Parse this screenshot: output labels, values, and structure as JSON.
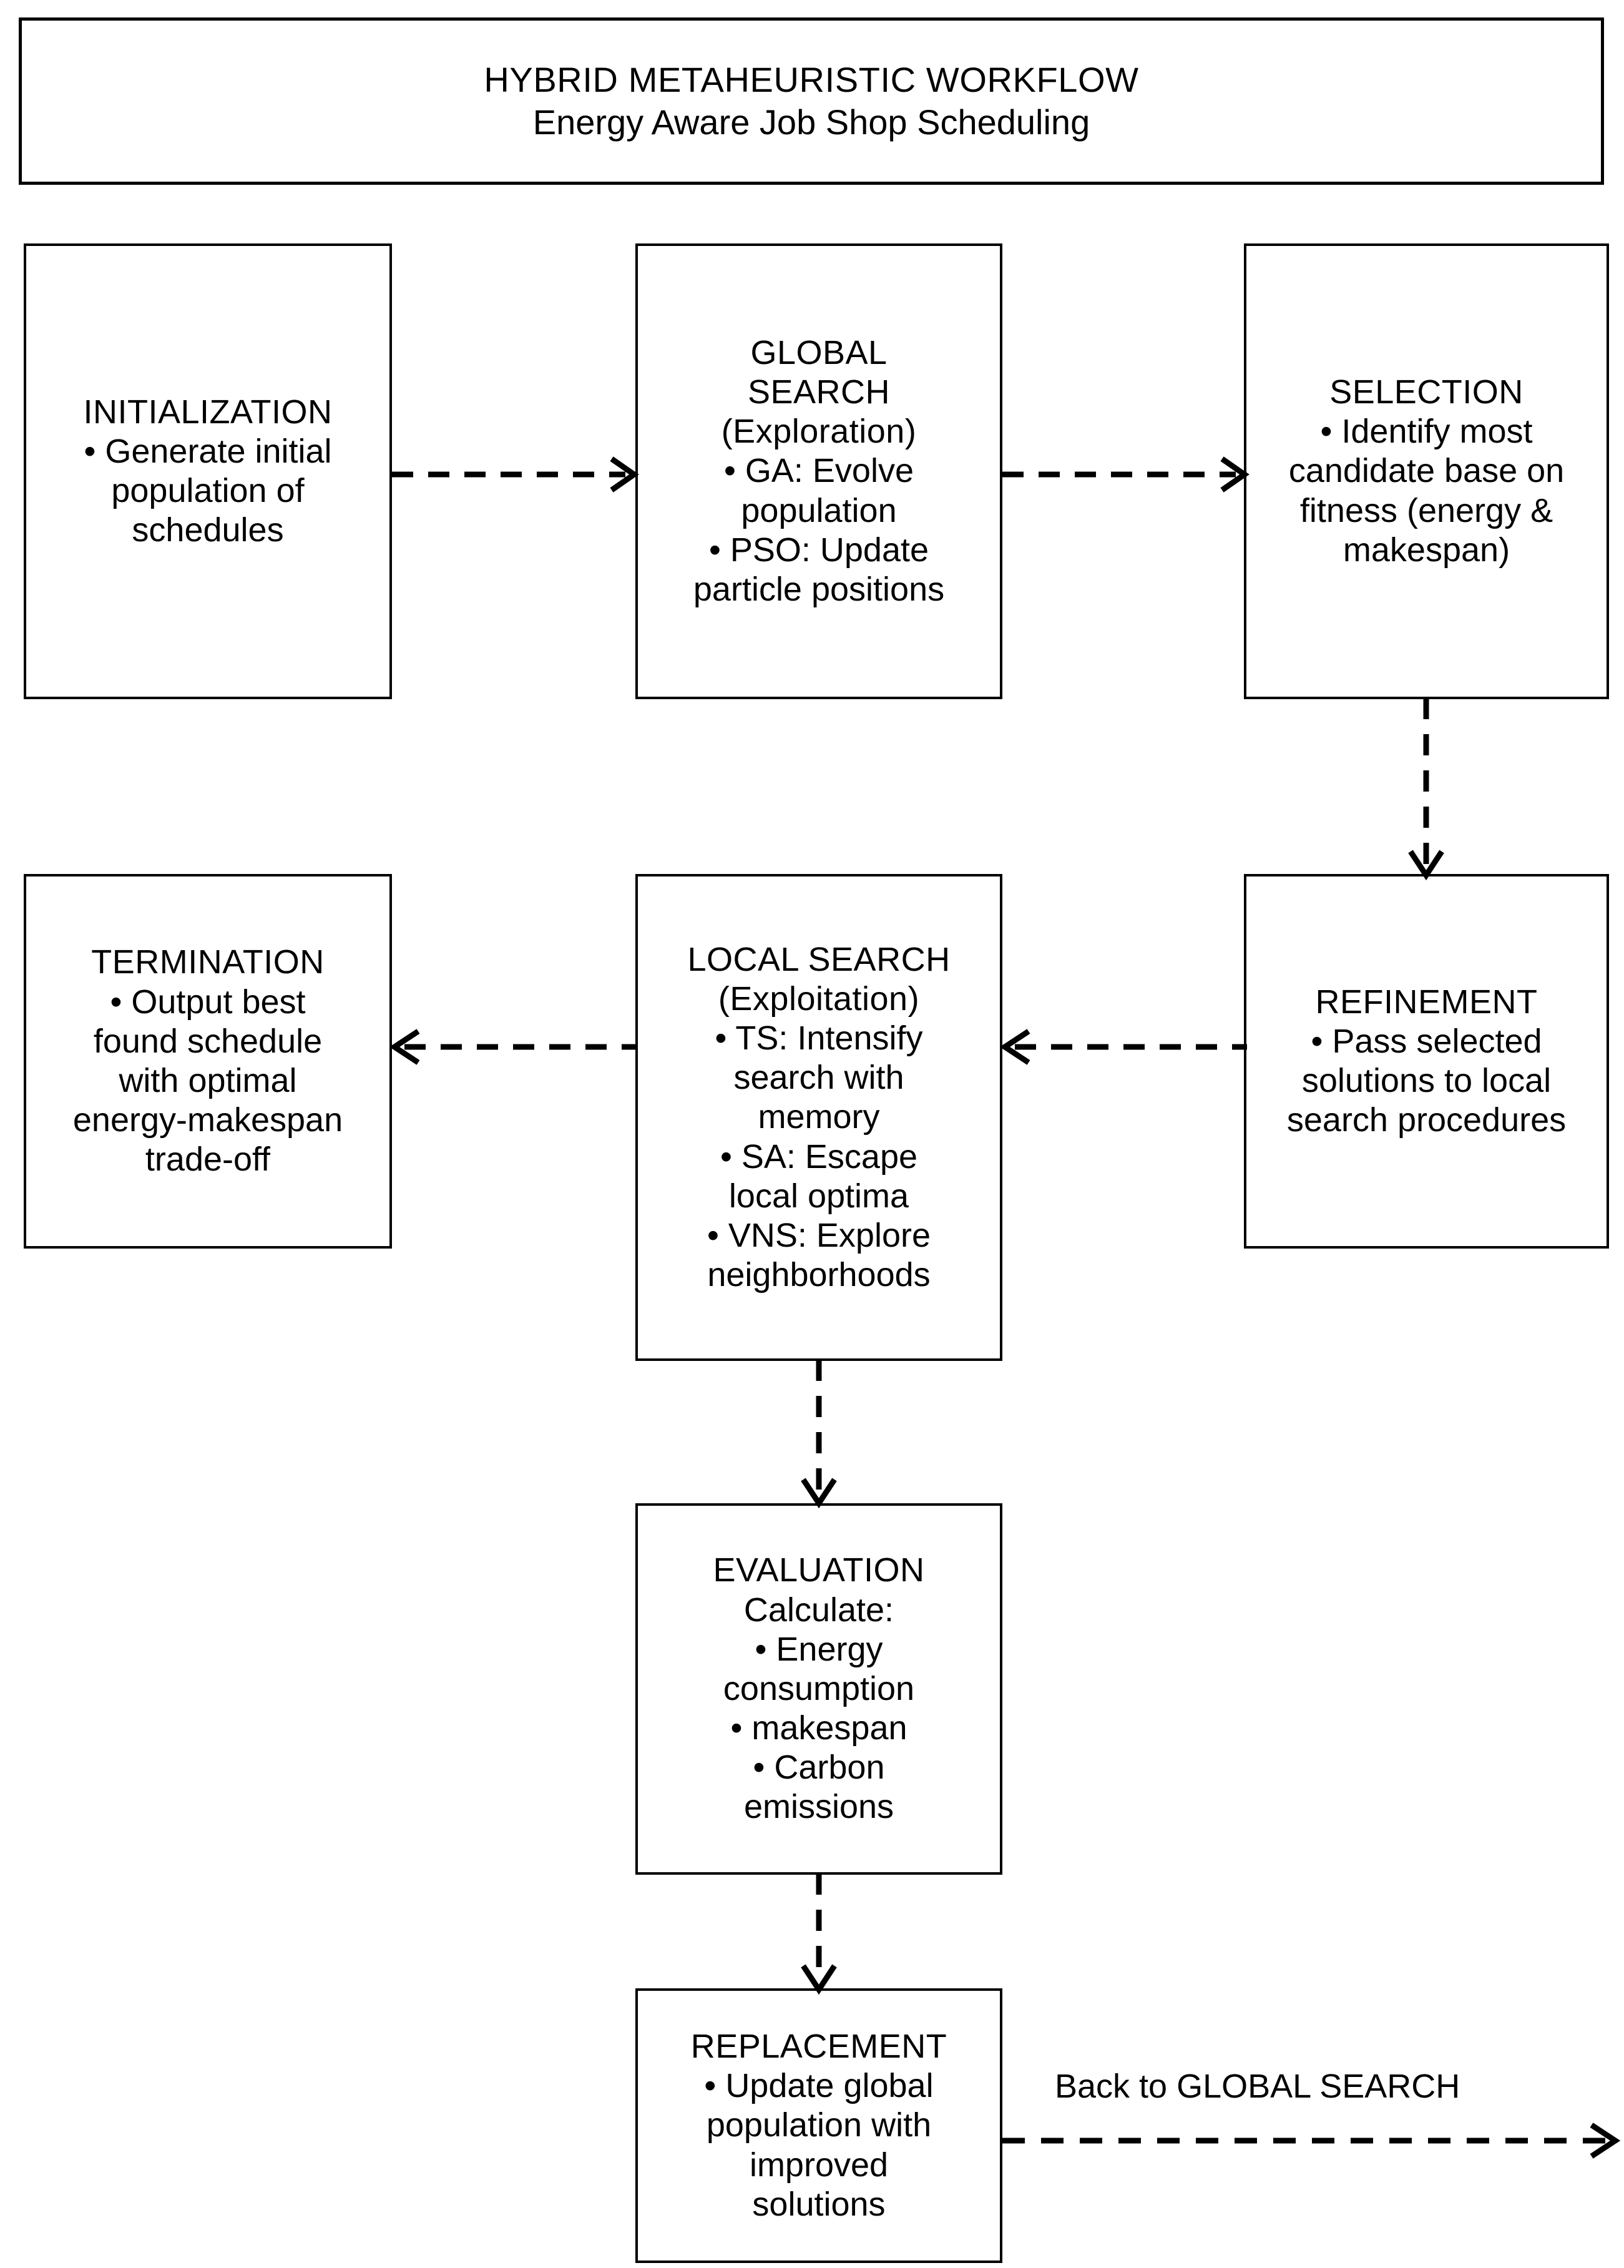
{
  "title_banner": {
    "line1": "HYBRID METAHEURISTIC WORKFLOW",
    "line2": "Energy Aware Job Shop Scheduling"
  },
  "nodes": [
    {
      "id": "initialization",
      "title": "INITIALIZATION",
      "body": "• Generate initial\npopulation of\nschedules"
    },
    {
      "id": "global-search",
      "title": "GLOBAL\nSEARCH\n(Exploration)",
      "body": "• GA: Evolve\npopulation\n• PSO: Update\nparticle positions"
    },
    {
      "id": "selection",
      "title": "SELECTION",
      "body": "• Identify most\ncandidate base on\nfitness (energy &\nmakespan)"
    },
    {
      "id": "termination",
      "title": "TERMINATION",
      "body": "• Output best\nfound schedule\nwith optimal\nenergy-makespan\ntrade-off"
    },
    {
      "id": "local-search",
      "title": "LOCAL SEARCH\n(Exploitation)",
      "body": "• TS: Intensify\nsearch with\nmemory\n• SA: Escape\nlocal optima\n• VNS: Explore\nneighborhoods"
    },
    {
      "id": "refinement",
      "title": "REFINEMENT",
      "body": "• Pass selected\nsolutions to local\nsearch procedures"
    },
    {
      "id": "evaluation",
      "title": "EVALUATION",
      "body": "Calculate:\n• Energy\nconsumption\n• makespan\n• Carbon\nemissions"
    },
    {
      "id": "replacement",
      "title": "REPLACEMENT",
      "body": "• Update global\npopulation with\nimproved\nsolutions"
    }
  ],
  "edges": {
    "init_to_global": {
      "style": "dashed",
      "direction": "right"
    },
    "global_to_selection": {
      "style": "dashed",
      "direction": "right"
    },
    "selection_to_refinement": {
      "style": "dashed",
      "direction": "down"
    },
    "refinement_to_local": {
      "style": "dashed",
      "direction": "left"
    },
    "local_to_termination": {
      "style": "dashed",
      "direction": "left"
    },
    "local_to_evaluation": {
      "style": "dashed",
      "direction": "down"
    },
    "evaluation_to_replacement": {
      "style": "dashed",
      "direction": "down"
    },
    "replacement_loop": {
      "style": "dashed",
      "direction": "right",
      "label": "Back to GLOBAL SEARCH"
    }
  },
  "colors": {
    "stroke": "#000000",
    "background": "#ffffff",
    "text": "#000000"
  }
}
